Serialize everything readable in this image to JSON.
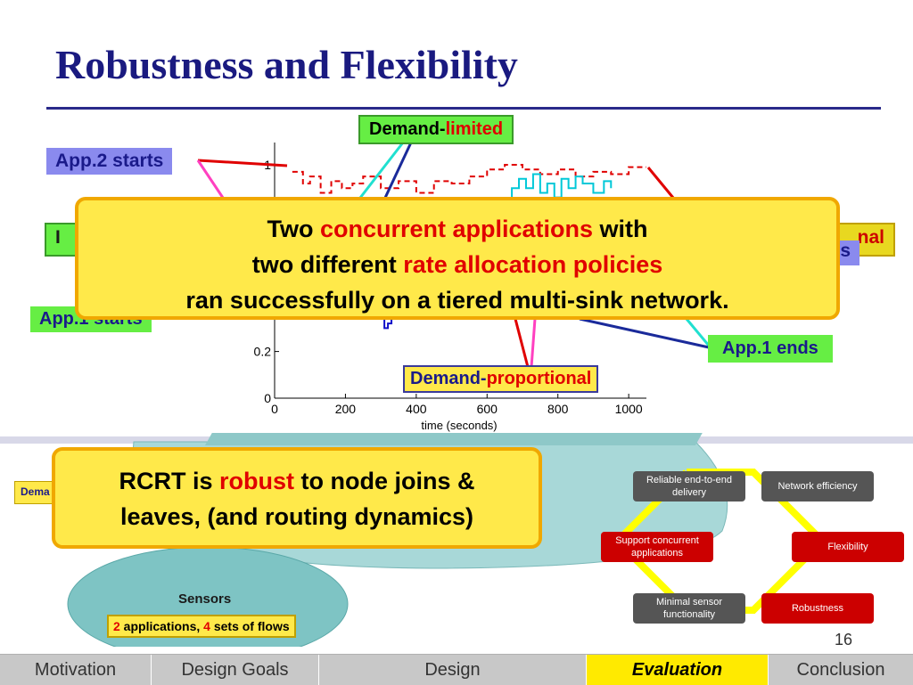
{
  "title": "Robustness and Flexibility",
  "chart_data": {
    "type": "line",
    "xlabel": "time (seconds)",
    "xlim": [
      0,
      1050
    ],
    "ylim": [
      0,
      1
    ],
    "x_ticks": [
      0,
      200,
      400,
      600,
      800,
      1000
    ],
    "y_ticks": [
      {
        "v": 0,
        "label": "0"
      },
      {
        "v": 0.2,
        "label": "0.2"
      },
      {
        "v": 1,
        "label": "1"
      }
    ],
    "series": [
      {
        "color": "#e00000",
        "dash": true,
        "x": [
          50,
          80,
          100,
          130,
          160,
          190,
          220,
          250,
          300,
          350,
          400,
          450,
          500,
          550,
          600,
          650,
          700,
          750,
          800,
          850,
          900,
          950,
          1000,
          1050
        ],
        "y": [
          0.97,
          0.92,
          0.95,
          0.88,
          0.93,
          0.9,
          0.92,
          0.95,
          0.9,
          0.93,
          0.88,
          0.93,
          0.92,
          0.95,
          0.98,
          1.0,
          0.98,
          0.96,
          0.98,
          0.95,
          0.97,
          0.96,
          0.99,
          0.99
        ]
      },
      {
        "color": "#00c8d8",
        "dash": false,
        "x": [
          650,
          670,
          690,
          710,
          730,
          750,
          770,
          790,
          810,
          830,
          850,
          870,
          900,
          930,
          950
        ],
        "y": [
          0.8,
          0.9,
          0.94,
          0.9,
          0.96,
          0.88,
          0.92,
          0.86,
          0.94,
          0.9,
          0.95,
          0.92,
          0.88,
          0.93,
          0.9
        ]
      },
      {
        "color": "#1010c8",
        "dash": false,
        "x": [
          300,
          310,
          320,
          330
        ],
        "y": [
          0.35,
          0.3,
          0.32,
          0.34
        ]
      }
    ]
  },
  "tags": {
    "demand_limited_a": "Demand-",
    "demand_limited_b": "limited",
    "app2_starts": "App.2 starts",
    "app1_starts": "App.1 starts",
    "app1_ends": "App.1 ends",
    "demand_prop_a": "Demand-",
    "demand_prop_b": "proportional",
    "left_partial": "I",
    "right_partial_a": "nal",
    "right_partial_b": "s",
    "dema_partial": "Dema"
  },
  "callout_top": {
    "l1a": "Two ",
    "l1b": "concurrent applications",
    "l1c": " with",
    "l2a": "two different ",
    "l2b": "rate allocation policies",
    "l3": "ran successfully on a tiered multi-sink network."
  },
  "callout_bottom": {
    "l1a": "RCRT is ",
    "l1b": "robust",
    "l1c": " to node joins &",
    "l2": "leaves, (and routing dynamics)"
  },
  "sensors": {
    "label": "Sensors",
    "apps_num": "2",
    "apps_text": " applications, ",
    "flows_num": "4",
    "flows_text": " sets of flows"
  },
  "goals": {
    "reliable": "Reliable end-to-end delivery",
    "efficiency": "Network efficiency",
    "concurrent": "Support concurrent applications",
    "flexibility": "Flexibility",
    "minimal": "Minimal sensor functionality",
    "robustness": "Robustness"
  },
  "page_number": "16",
  "footer": [
    "Motivation",
    "Design Goals",
    "Design",
    "Evaluation",
    "Conclusion"
  ],
  "colors": {
    "title": "#1a1a80",
    "callout": "#ffe94a",
    "callout_border": "#f0a800",
    "active_nav": "#ffea00"
  }
}
